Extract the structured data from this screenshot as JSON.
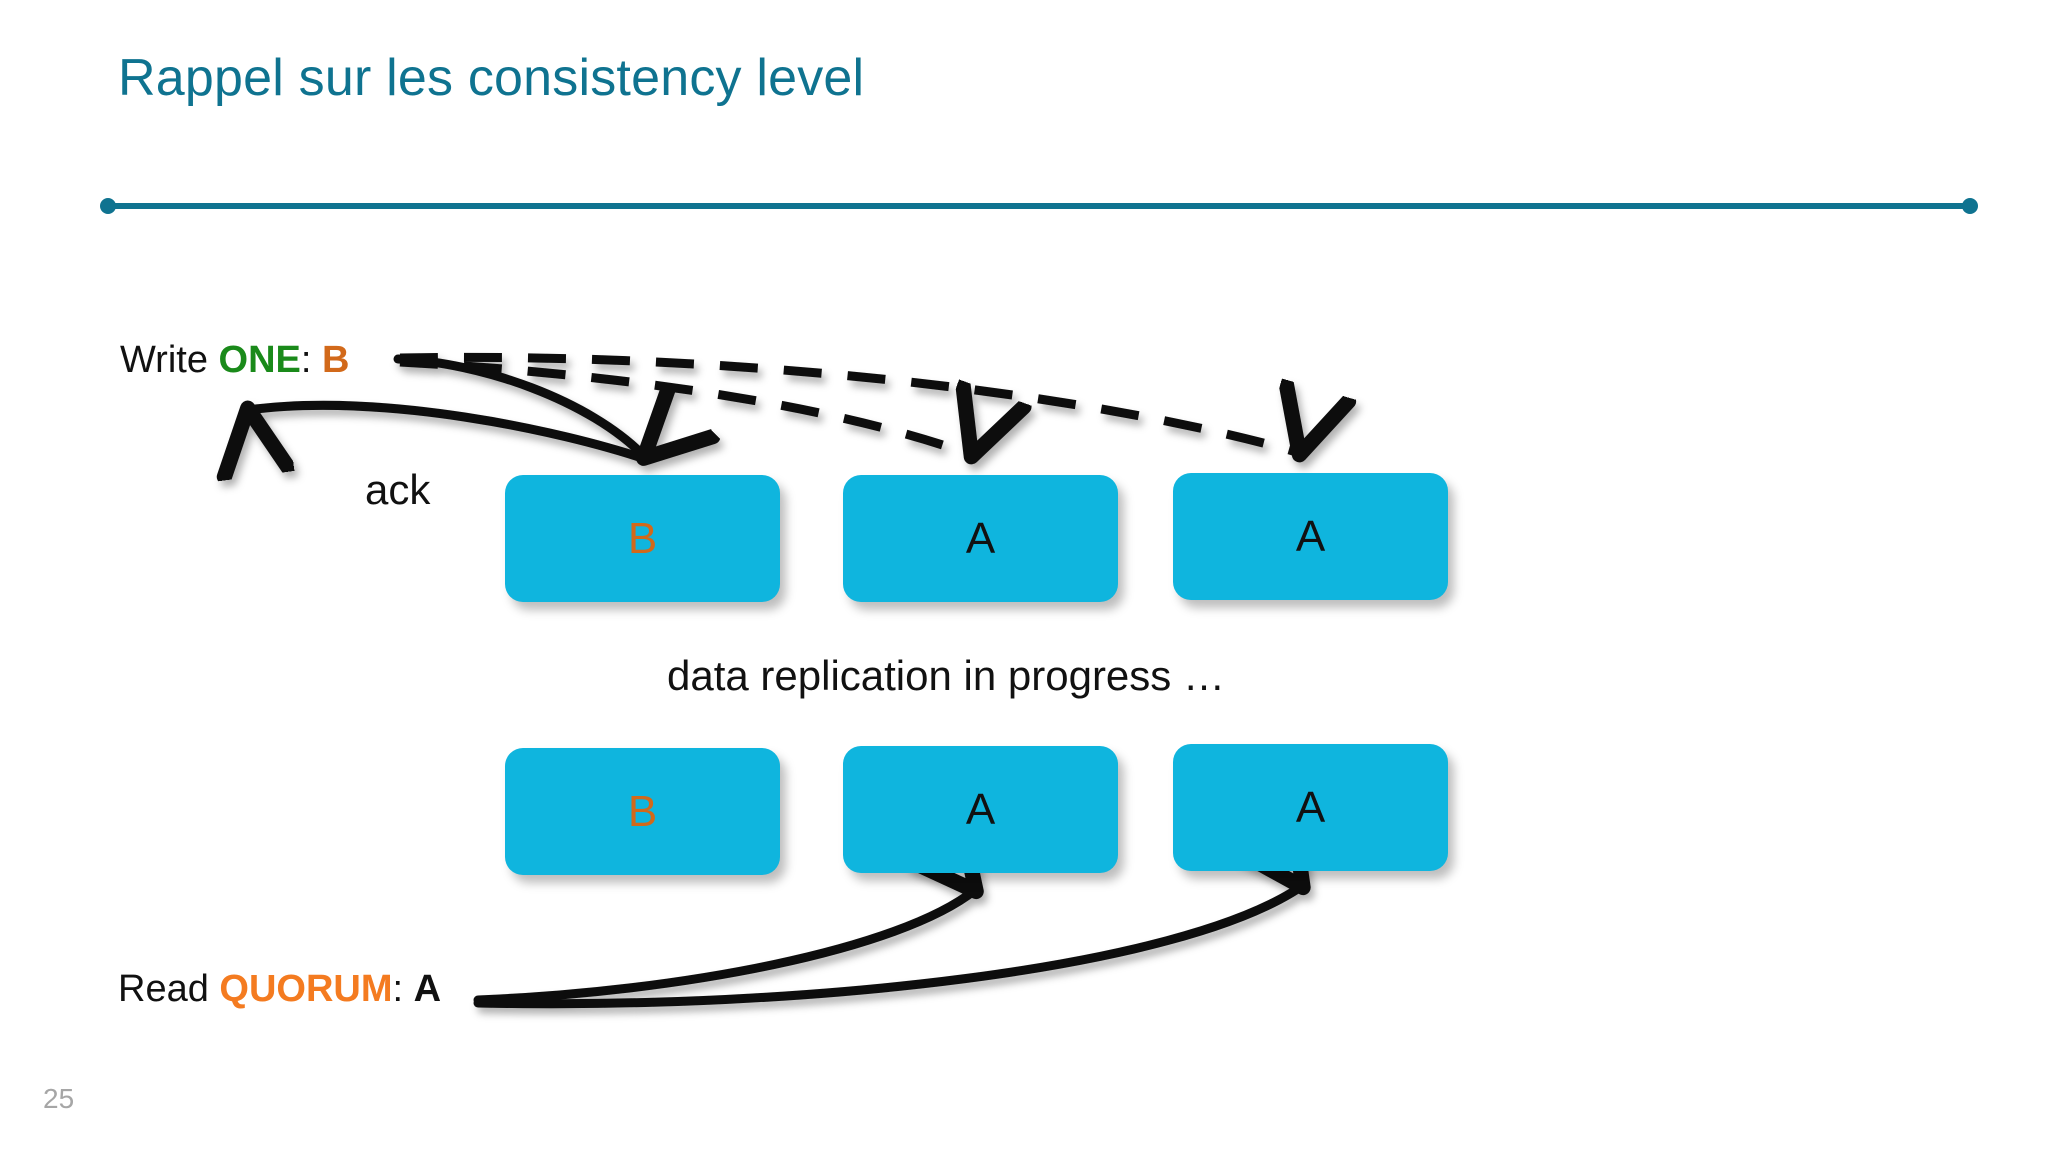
{
  "slide": {
    "title": "Rappel sur les consistency level",
    "page_number": "25",
    "accent_color": "#0f7390",
    "node_color": "#0fb5de",
    "orange_color": "#d2691a",
    "green_color": "#1a8a1a",
    "quorum_orange": "#f47b20"
  },
  "labels": {
    "write": {
      "prefix": "Write ",
      "consistency": "ONE",
      "separator": ": ",
      "value": "B"
    },
    "ack": "ack",
    "replication": "data replication in progress …",
    "read": {
      "prefix": "Read ",
      "consistency": "QUORUM",
      "separator": ": ",
      "value": "A"
    }
  },
  "diagram": {
    "rows": [
      {
        "name": "write-row",
        "nodes": [
          {
            "label": "B",
            "color": "orange"
          },
          {
            "label": "A",
            "color": "black"
          },
          {
            "label": "A",
            "color": "black"
          }
        ]
      },
      {
        "name": "read-row",
        "nodes": [
          {
            "label": "B",
            "color": "orange"
          },
          {
            "label": "A",
            "color": "black"
          },
          {
            "label": "A",
            "color": "black"
          }
        ]
      }
    ],
    "arrows": [
      {
        "name": "write-to-node1",
        "style": "solid",
        "from": "write-label",
        "to": "write-row-node-1"
      },
      {
        "name": "write-to-node2",
        "style": "dashed",
        "from": "write-label",
        "to": "write-row-node-2"
      },
      {
        "name": "write-to-node3",
        "style": "dashed",
        "from": "write-label",
        "to": "write-row-node-3"
      },
      {
        "name": "ack-to-write",
        "style": "solid",
        "from": "write-row-node-1",
        "to": "write-label"
      },
      {
        "name": "read-to-node2",
        "style": "solid",
        "from": "read-label",
        "to": "read-row-node-2"
      },
      {
        "name": "read-to-node3",
        "style": "solid",
        "from": "read-label",
        "to": "read-row-node-3"
      }
    ]
  }
}
